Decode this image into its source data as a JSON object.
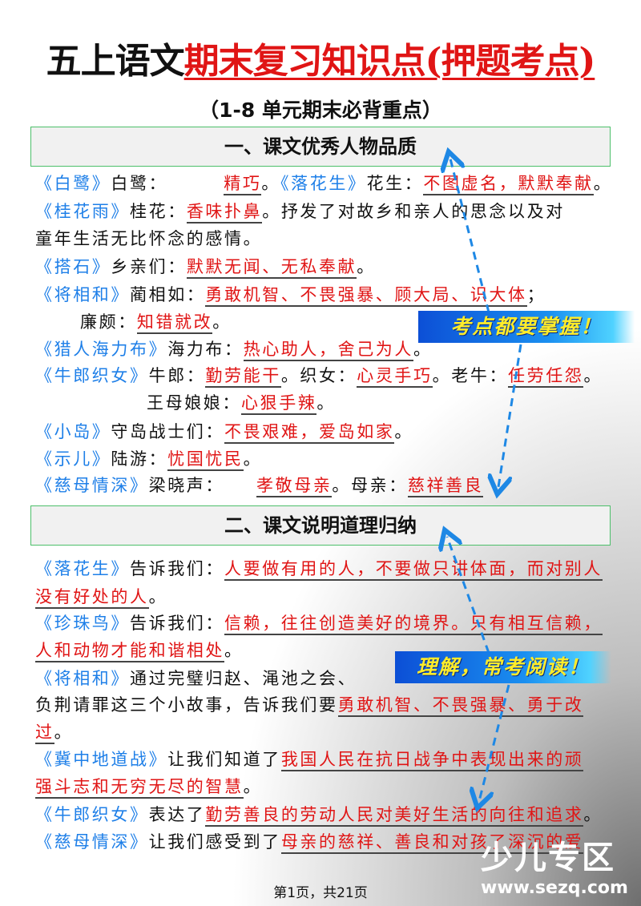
{
  "title": {
    "black": "五上语文",
    "red": "期末复习知识点(押题考点)"
  },
  "subtitle": "（1-8 单元期末必背重点）",
  "section1": {
    "heading": "一、课文优秀人物品质",
    "lines": [
      [
        "《白鹭》",
        "白鹭：",
        "精巧",
        "。",
        "《落花生》",
        "花生：",
        "不图虚名，默默奉献",
        "。"
      ],
      [
        "《桂花雨》",
        "桂花：",
        "香味扑鼻",
        "。抒发了对故乡和亲人的思念以及对"
      ],
      [
        "童年生活无比怀念的感情。"
      ],
      [
        "《搭石》",
        "乡亲们：",
        "默默无闻、无私奉献",
        "。"
      ],
      [
        "《将相和》",
        "蔺相如：",
        "勇敢机智、不畏强暴、顾大局、识大体",
        "；"
      ],
      [
        "廉颇：",
        "知错就改",
        "。"
      ],
      [
        "《猎人海力布》",
        "海力布：",
        "热心助人，舍己为人",
        "。"
      ],
      [
        "《牛郎织女》",
        "牛郎：",
        "勤劳能干",
        "。织女：",
        "心灵手巧",
        "。老牛：",
        "任劳任怨",
        "。"
      ],
      [
        "王母娘娘：",
        "心狠手辣",
        "。"
      ],
      [
        "《小岛》",
        "守岛战士们：",
        "不畏艰难，爱岛如家",
        "。"
      ],
      [
        "《示儿》",
        "陆游：",
        "忧国忧民",
        "。"
      ],
      [
        "《慈母情深》",
        "梁晓声：",
        "孝敬母亲",
        "。",
        "母亲：",
        "慈祥善良"
      ]
    ]
  },
  "section2": {
    "heading": "二、课文说明道理归纳",
    "lines": [
      [
        "《落花生》",
        "告诉我们：",
        "人要做有用的人，不要做只讲体面，而对别人"
      ],
      [
        "没有好处的人",
        "。"
      ],
      [
        "《珍珠鸟》",
        "告诉我们：",
        "信赖，往往创造美好的境界。只有相互信赖，"
      ],
      [
        "人和动物才能和谐相处",
        "。"
      ],
      [
        "《将相和》",
        "通过完璧归赵、渑池之会、"
      ],
      [
        "负荆请罪这三个小故事，告诉我们要",
        "勇敢机智、不畏强暴、勇于改"
      ],
      [
        "过",
        "。"
      ],
      [
        "《冀中地道战》",
        "让我们知道了",
        "我国人民在抗日战争中表现出来的顽"
      ],
      [
        "强斗志和无穷无尽的智慧",
        "。"
      ],
      [
        "《牛郎织女》",
        "表达了",
        "勤劳善良的劳动人民对美好生活的向往和追求",
        "。"
      ],
      [
        "《慈母情深》",
        "让我们感受到了",
        "母亲的慈祥、善良和对孩了深沉的爱"
      ]
    ]
  },
  "banners": [
    "考点都要掌握！",
    "理解，常考阅读！"
  ],
  "watermark": {
    "logo": "少儿专区",
    "url": "www.sezq.com"
  },
  "footer": "第1页，共21页",
  "colors": {
    "book_title": "#1e7fe8",
    "key_point": "#e01515",
    "section_border": "#4cbf6a",
    "arrow": "#1e88e5"
  }
}
